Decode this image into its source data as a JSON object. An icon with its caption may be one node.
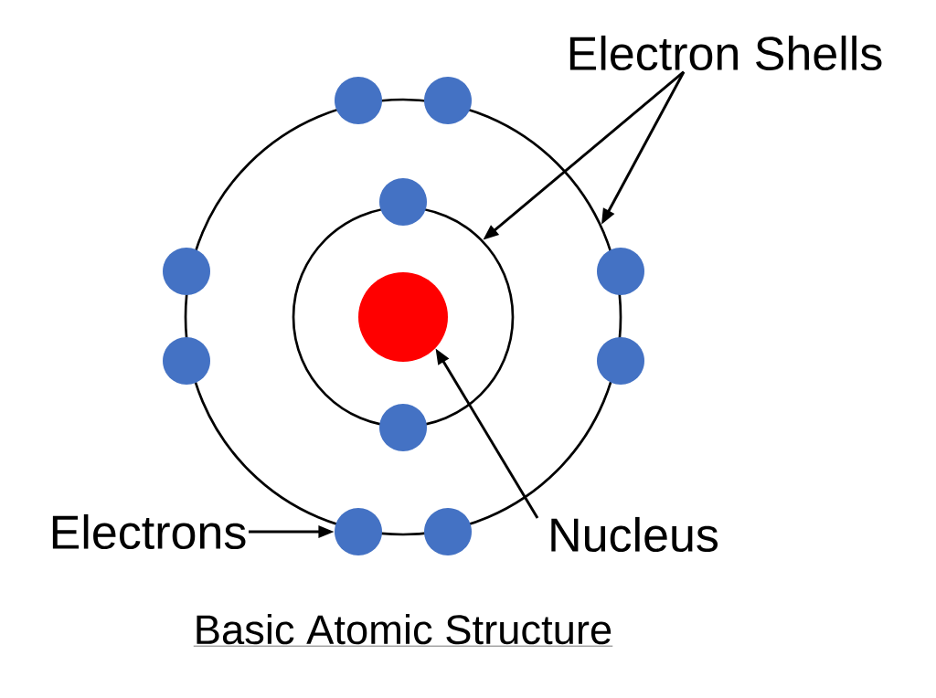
{
  "diagram": {
    "caption": "Basic Atomic Structure",
    "nodes": [
      {
        "text": [
          "Electron Shells"
        ]
      },
      {
        "text": [],
        "shape": "circle"
      },
      {
        "text": [],
        "shape": "circle",
        "in": 1
      },
      {
        "text": [],
        "shape": "circle",
        "in": 2
      },
      {
        "text": [
          "Nucleus"
        ]
      },
      {
        "text": [
          "Electrons"
        ]
      },
      {
        "text": [],
        "shape": "circle"
      },
      {
        "text": [],
        "shape": "circle"
      },
      {
        "text": [],
        "shape": "circle"
      },
      {
        "text": [],
        "shape": "circle",
        "in": 1
      },
      {
        "text": [],
        "shape": "circle"
      },
      {
        "text": [],
        "shape": "circle"
      },
      {
        "text": [],
        "shape": "circle"
      },
      {
        "text": [],
        "shape": "circle"
      },
      {
        "text": [],
        "shape": "circle",
        "in": 1
      },
      {
        "text": [],
        "shape": "circle"
      }
    ],
    "edges": [
      {
        "from": 0,
        "to": 1,
        "arrow": "to"
      },
      {
        "from": 0,
        "to": 2,
        "arrow": "to"
      },
      {
        "from": 4,
        "to": 3,
        "arrow": "to"
      },
      {
        "from": 5,
        "to": 6,
        "arrow": "to"
      }
    ]
  }
}
